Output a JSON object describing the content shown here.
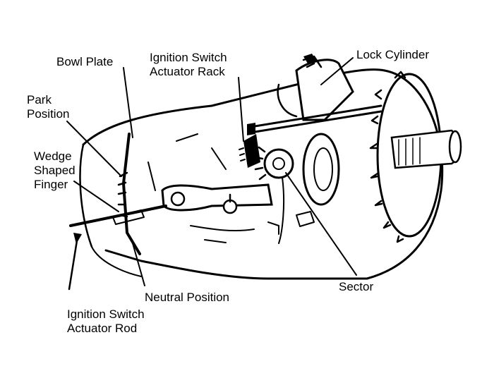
{
  "labels": {
    "bowl_plate": "Bowl Plate",
    "actuator_rack": "Ignition Switch\nActuator Rack",
    "lock_cylinder": "Lock Cylinder",
    "park_position": "Park\nPosition",
    "wedge_finger": "Wedge\nShaped\nFinger",
    "sector": "Sector",
    "neutral_position": "Neutral Position",
    "actuator_rod": "Ignition Switch\nActuator Rod"
  },
  "colors": {
    "ink": "#000000",
    "paper": "#ffffff"
  }
}
